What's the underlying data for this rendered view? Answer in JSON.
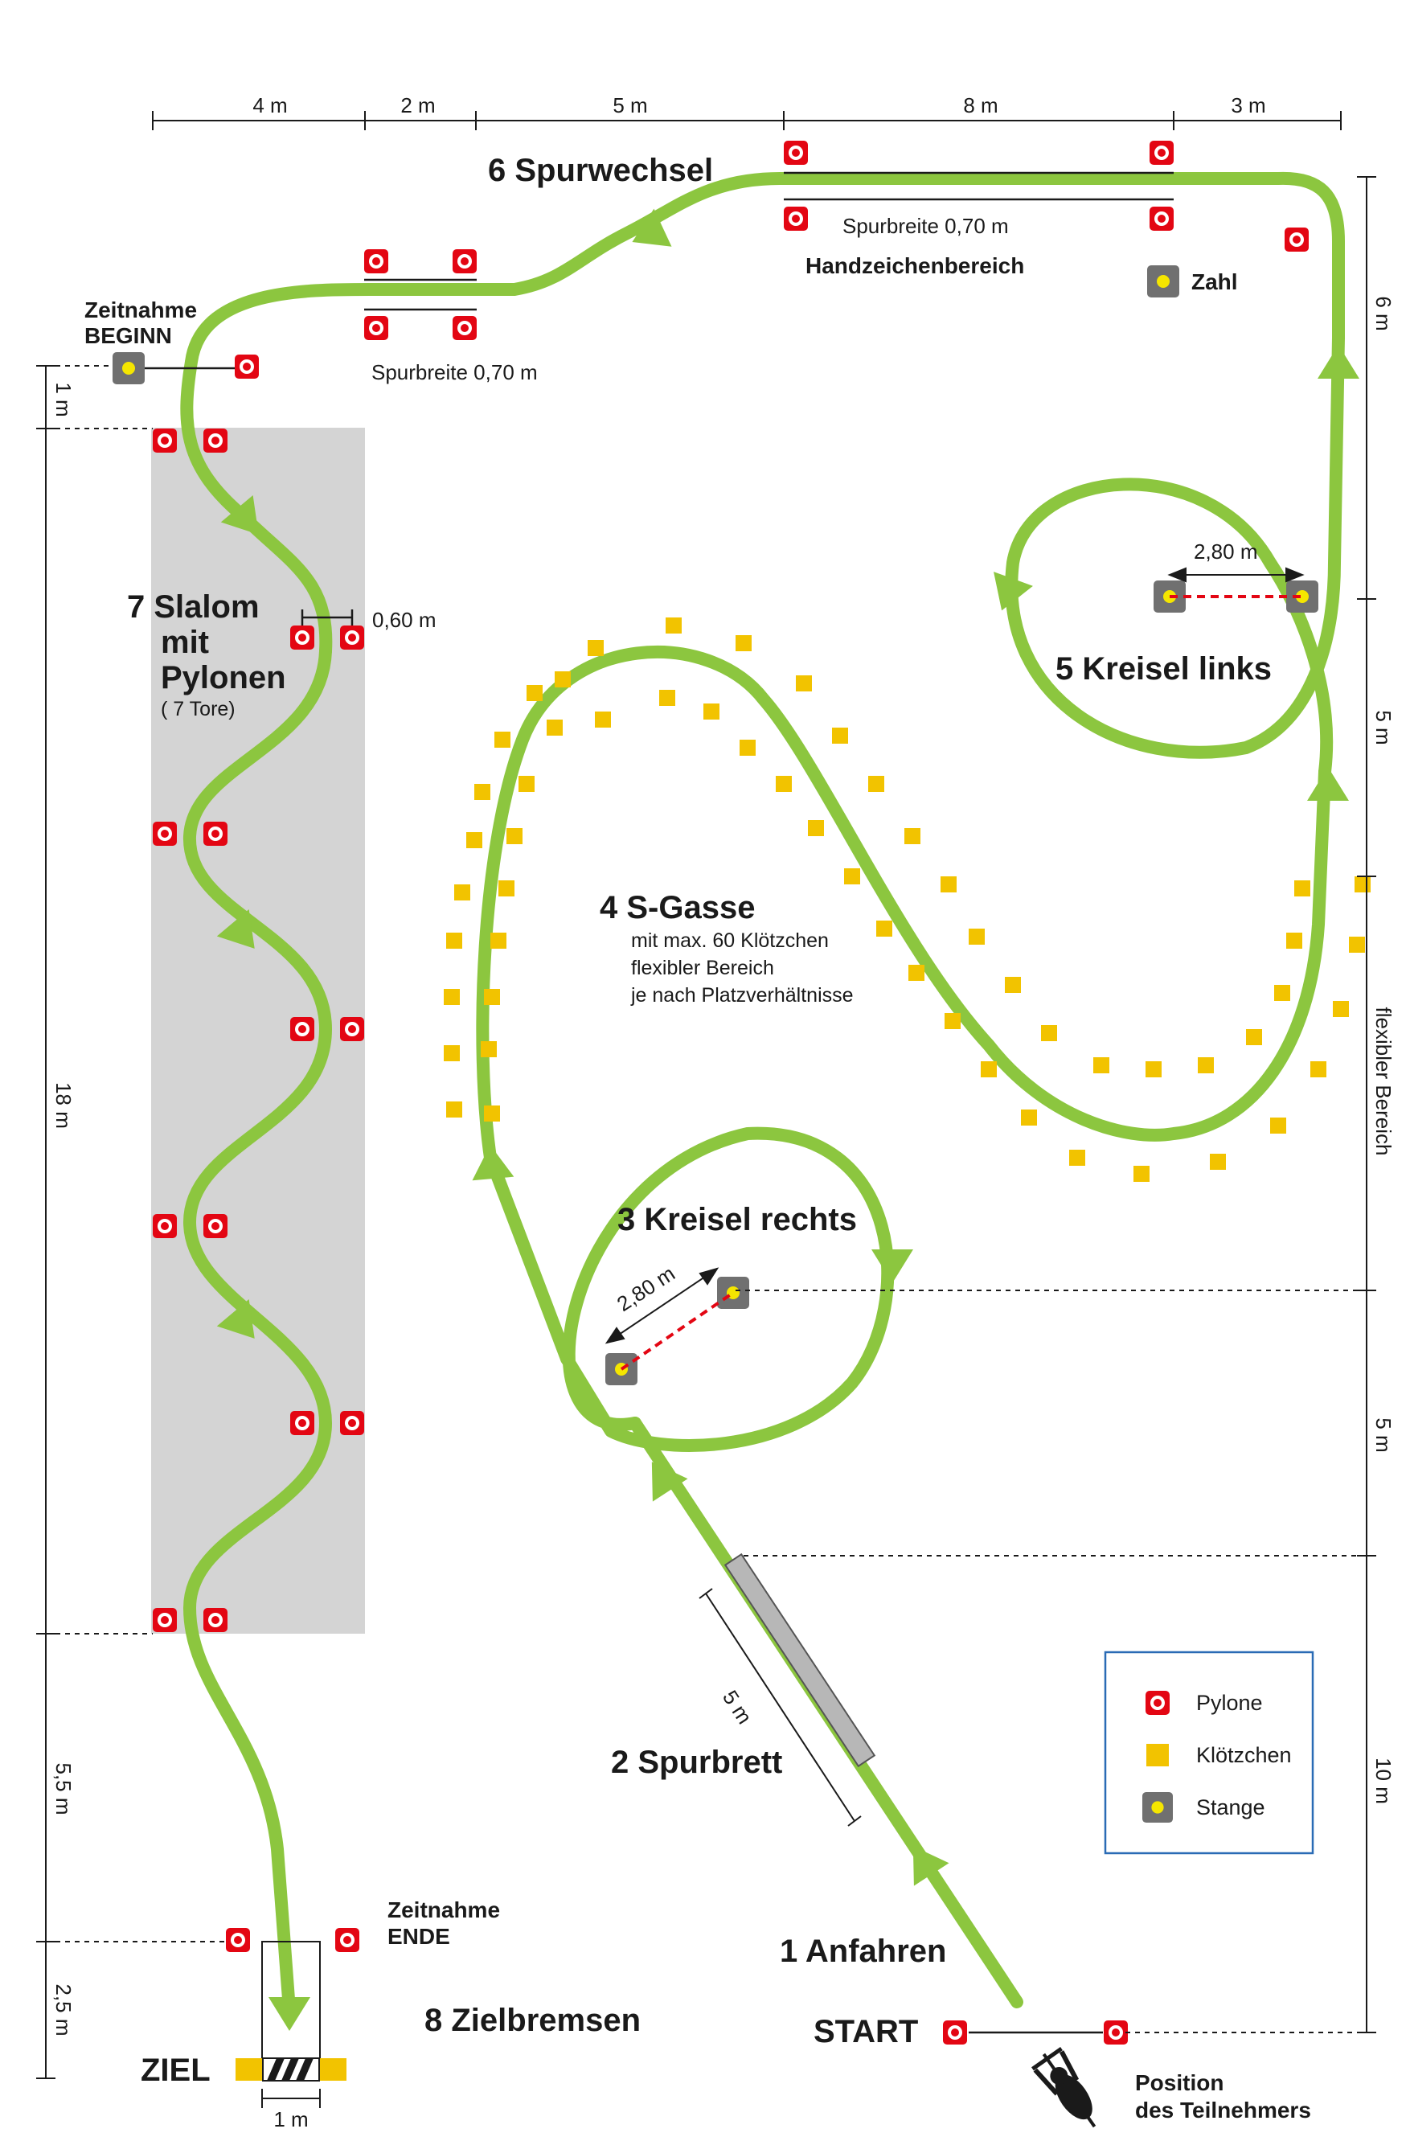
{
  "colors": {
    "track": "#8cc63f",
    "pylon": "#e30613",
    "block": "#f2c300",
    "pole": "#707070",
    "slalom_area": "#d4d4d4",
    "legend_border": "#2a6bb5",
    "dashed_red": "#e30613"
  },
  "top_dimensions": [
    "4 m",
    "2 m",
    "5 m",
    "8 m",
    "3 m"
  ],
  "left_dimensions": [
    "1 m",
    "18 m",
    "5,5 m",
    "2,5 m"
  ],
  "right_dimensions": [
    "6 m",
    "5 m",
    "flexibler Bereich",
    "5 m",
    "10 m"
  ],
  "stations": {
    "s1": "1  Anfahren",
    "s2": "2  Spurbrett",
    "s3": "3  Kreisel rechts",
    "s4": "4  S-Gasse",
    "s5": "5  Kreisel links",
    "s6": "6  Spurwechsel",
    "s7_line1": "7  Slalom",
    "s7_line2": "mit",
    "s7_line3": "Pylonen",
    "s8": "8  Zielbremsen"
  },
  "notes": {
    "s4_line1": "mit max. 60 Klötzchen",
    "s4_line2": "flexibler Bereich",
    "s4_line3": "je nach Platzverhältnisse",
    "s7_sub": "( 7 Tore)",
    "track_width_1": "Spurbreite 0,70 m",
    "track_width_2": "Spurbreite 0,70 m",
    "hand_signal": "Handzeichenbereich",
    "number": "Zahl",
    "slalom_gap": "0,60 m",
    "kreisel_links_dist": "2,80 m",
    "kreisel_rechts_dist": "2,80 m",
    "plank_len": "5 m",
    "start": "START",
    "goal": "ZIEL",
    "goal_width": "1 m",
    "time_start_1": "Zeitnahme",
    "time_start_2": "BEGINN",
    "time_end_1": "Zeitnahme",
    "time_end_2": "ENDE",
    "participant_1": "Position",
    "participant_2": "des Teilnehmers"
  },
  "legend": {
    "pylon": "Pylone",
    "block": "Klötzchen",
    "pole": "Stange"
  },
  "icons": {
    "pylon": "pylon-icon",
    "block": "block-icon",
    "pole": "pole-icon",
    "cyclist": "cyclist-icon",
    "arrow": "arrow-head-icon"
  }
}
